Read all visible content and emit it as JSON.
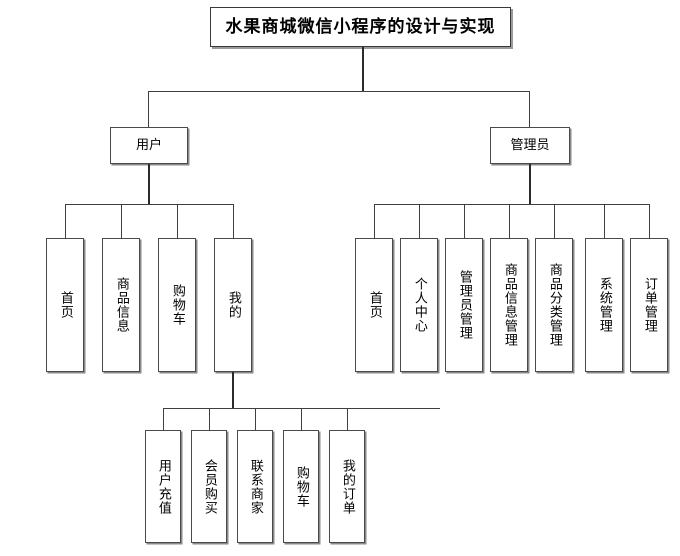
{
  "diagram": {
    "title_node": {
      "label": "水果商城微信小程序的设计与实现"
    },
    "roles": [
      {
        "id": "user",
        "label": "用户"
      },
      {
        "id": "admin",
        "label": "管理员"
      }
    ],
    "user_modules": [
      {
        "label": "首页"
      },
      {
        "label": "商品信息"
      },
      {
        "label": "购物车"
      },
      {
        "label": "我的"
      }
    ],
    "user_my_submodules": [
      {
        "label": "用户充值"
      },
      {
        "label": "会员购买"
      },
      {
        "label": "联系商家"
      },
      {
        "label": "购物车"
      },
      {
        "label": "我的订单"
      }
    ],
    "admin_modules": [
      {
        "label": "首页"
      },
      {
        "label": "个人中心"
      },
      {
        "label": "管理员管理"
      },
      {
        "label": "商品信息管理"
      },
      {
        "label": "商品分类管理"
      },
      {
        "label": "系统管理"
      },
      {
        "label": "订单管理"
      }
    ],
    "colors": {
      "background": "#ffffff",
      "box_border": "#4a4a4a",
      "box_shadow": "#8a8a8a",
      "connector": "#3f3f3f",
      "text": "#000000"
    }
  }
}
